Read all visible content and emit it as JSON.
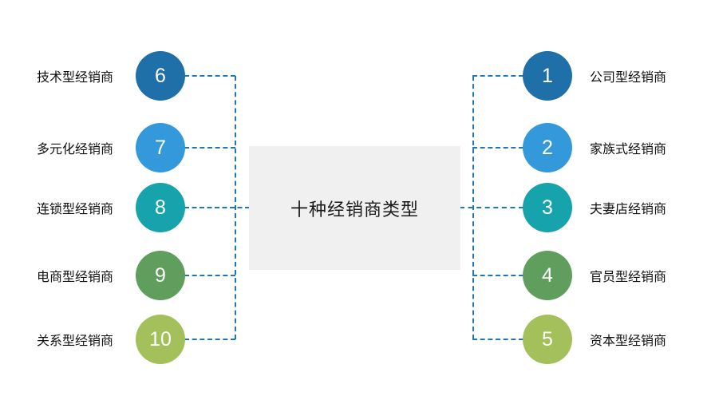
{
  "center": {
    "title": "十种经销商类型",
    "background_color": "#f0f0f0"
  },
  "connector": {
    "color": "#1f77b4",
    "style": "dashed"
  },
  "palette": {
    "dark_blue": "#1f6fa8",
    "light_blue": "#3399db",
    "teal": "#17a3ac",
    "green": "#5f9e5c",
    "yellow_green": "#a4c05a",
    "label_text": "#111111",
    "number_text": "#ffffff"
  },
  "right_column": {
    "items": [
      {
        "number": "1",
        "label": "公司型经销商",
        "color": "#1f6fa8"
      },
      {
        "number": "2",
        "label": "家族式经销商",
        "color": "#3399db"
      },
      {
        "number": "3",
        "label": "夫妻店经销商",
        "color": "#17a3ac"
      },
      {
        "number": "4",
        "label": "官员型经销商",
        "color": "#5f9e5c"
      },
      {
        "number": "5",
        "label": "资本型经销商",
        "color": "#a4c05a"
      }
    ]
  },
  "left_column": {
    "items": [
      {
        "number": "6",
        "label": "技术型经销商",
        "color": "#1f6fa8"
      },
      {
        "number": "7",
        "label": "多元化经销商",
        "color": "#3399db"
      },
      {
        "number": "8",
        "label": "连锁型经销商",
        "color": "#17a3ac"
      },
      {
        "number": "9",
        "label": "电商型经销商",
        "color": "#5f9e5c"
      },
      {
        "number": "10",
        "label": "关系型经销商",
        "color": "#a4c05a"
      }
    ]
  }
}
